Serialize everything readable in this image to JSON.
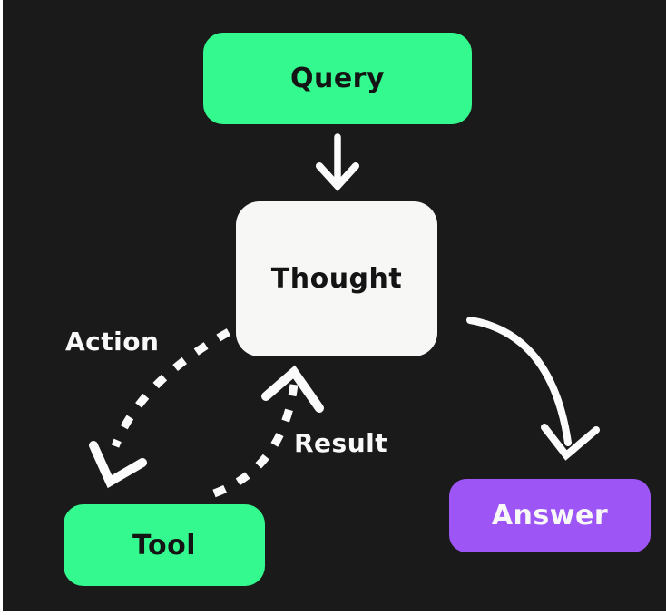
{
  "colors": {
    "background": "#1A1A1A",
    "page_edge": "#FFFFFF",
    "green": "#33F98E",
    "purple": "#9D55F6",
    "card": "#F7F7F5",
    "arrow": "#FBFBFB",
    "text_dark": "#141414",
    "text_light": "#F8F8F8"
  },
  "nodes": {
    "query": {
      "label": "Query"
    },
    "thought": {
      "label": "Thought"
    },
    "tool": {
      "label": "Tool"
    },
    "answer": {
      "label": "Answer"
    }
  },
  "edges": {
    "query_to_thought": {
      "label": ""
    },
    "action": {
      "label": "Action"
    },
    "result": {
      "label": "Result"
    },
    "thought_to_answer": {
      "label": ""
    }
  }
}
